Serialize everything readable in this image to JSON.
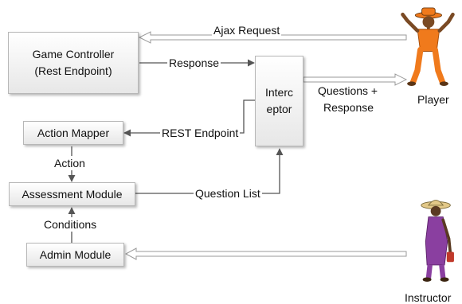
{
  "nodes": {
    "game_controller": {
      "line1": "Game Controller",
      "line2": "(Rest Endpoint)"
    },
    "interceptor": {
      "line1": "Interc",
      "line2": "eptor"
    },
    "action_mapper": {
      "label": "Action Mapper"
    },
    "assessment_module": {
      "label": "Assessment Module"
    },
    "admin_module": {
      "label": "Admin Module"
    }
  },
  "edges": {
    "ajax_request": "Ajax Request",
    "response": "Response",
    "questions_response_1": "Questions +",
    "questions_response_2": "Response",
    "rest_endpoint": "REST Endpoint",
    "action": "Action",
    "question_list": "Question List",
    "conditions": "Conditions"
  },
  "actors": {
    "player": "Player",
    "instructor": "Instructor"
  },
  "colors": {
    "player_shirt": "#f07a1c",
    "player_skin": "#7a4a24",
    "instructor_dress": "#8a3fa0",
    "instructor_hat": "#e2c888",
    "box_border": "#b7b7b7",
    "arrow": "#555555",
    "double_arrow_fill": "#ffffff"
  }
}
